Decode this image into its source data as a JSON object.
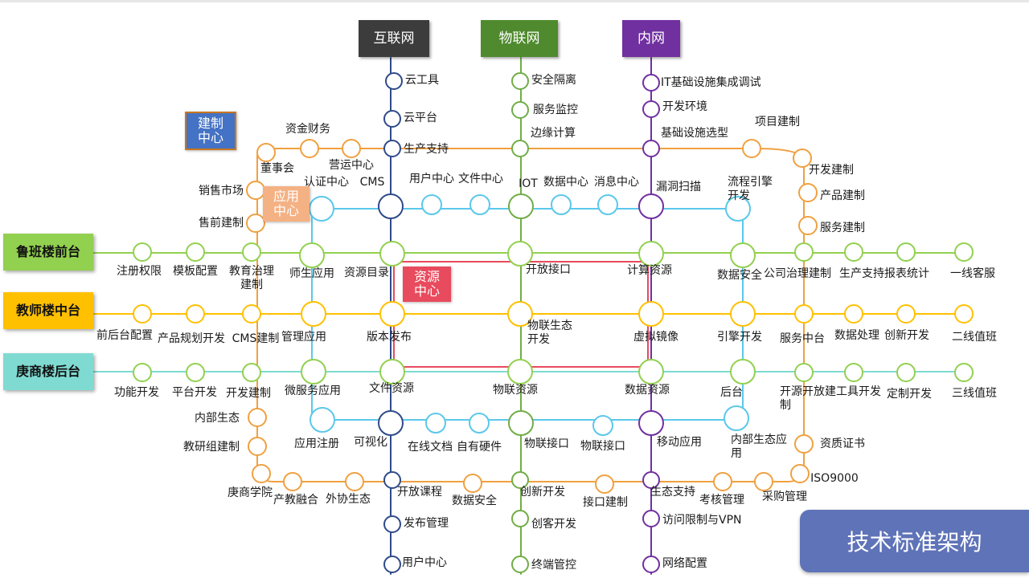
{
  "title": "技术标准架构",
  "lines": {
    "internet": {
      "label": "互联网",
      "color": "#3c3c3c"
    },
    "iot": {
      "label": "物联网",
      "color": "#4f8a2e"
    },
    "intranet": {
      "label": "内网",
      "color": "#7030a0"
    }
  },
  "platforms": {
    "front": {
      "label": "鲁班楼前台",
      "color": "#92d050"
    },
    "middle": {
      "label": "教师楼中台",
      "color": "#ffc000"
    },
    "back": {
      "label": "庚商楼后台",
      "color": "#7fdbd2"
    }
  },
  "zones": {
    "build": {
      "label": "建制\n中心",
      "color": "#4472c4"
    },
    "app": {
      "label": "应用\n中心",
      "color": "#f4b183"
    },
    "resource": {
      "label": "资源\n中心",
      "color": "#e84b5d"
    }
  },
  "stations": [
    {
      "label": "云工具",
      "ring": "#2f4a8a"
    },
    {
      "label": "云平台",
      "ring": "#2f4a8a"
    },
    {
      "label": "生产支持",
      "ring": "#2f4a8a"
    },
    {
      "label": "开放课程",
      "ring": "#2f4a8a"
    },
    {
      "label": "发布管理",
      "ring": "#2f4a8a"
    },
    {
      "label": "用户中心",
      "ring": "#2f4a8a"
    },
    {
      "label": "安全隔离",
      "ring": "#70ad47"
    },
    {
      "label": "服务监控",
      "ring": "#70ad47"
    },
    {
      "label": "边缘计算",
      "ring": "#70ad47"
    },
    {
      "label": "创新开发",
      "ring": "#70ad47"
    },
    {
      "label": "创客开发",
      "ring": "#70ad47"
    },
    {
      "label": "终端管控",
      "ring": "#70ad47"
    },
    {
      "label": "IT基础设施集成调试",
      "ring": "#7030a0"
    },
    {
      "label": "开发环境",
      "ring": "#7030a0"
    },
    {
      "label": "基础设施选型",
      "ring": "#7030a0"
    },
    {
      "label": "生态支持",
      "ring": "#7030a0"
    },
    {
      "label": "访问限制与VPN",
      "ring": "#7030a0"
    },
    {
      "label": "网络配置",
      "ring": "#7030a0"
    },
    {
      "label": "注册权限",
      "ring": "#92d050"
    },
    {
      "label": "模板配置",
      "ring": "#92d050"
    },
    {
      "label": "教育治理\n建制",
      "ring": "#92d050"
    },
    {
      "label": "师生应用",
      "ring": "#92d050"
    },
    {
      "label": "资源目录",
      "ring": "#92d050"
    },
    {
      "label": "开放接口",
      "ring": "#92d050"
    },
    {
      "label": "计算资源",
      "ring": "#92d050"
    },
    {
      "label": "数据安全",
      "ring": "#92d050"
    },
    {
      "label": "公司治理建制",
      "ring": "#92d050"
    },
    {
      "label": "生产支持",
      "ring": "#92d050"
    },
    {
      "label": "报表统计",
      "ring": "#92d050"
    },
    {
      "label": "一线客服",
      "ring": "#92d050"
    },
    {
      "label": "前后台配置",
      "ring": "#ffc000"
    },
    {
      "label": "产品规划开发",
      "ring": "#ffc000"
    },
    {
      "label": "CMS建制",
      "ring": "#ffc000"
    },
    {
      "label": "管理应用",
      "ring": "#ffc000"
    },
    {
      "label": "版本发布",
      "ring": "#ffc000"
    },
    {
      "label": "物联生态\n开发",
      "ring": "#ffc000"
    },
    {
      "label": "虚拟镜像",
      "ring": "#ffc000"
    },
    {
      "label": "引擎开发",
      "ring": "#ffc000"
    },
    {
      "label": "服务中台",
      "ring": "#ffc000"
    },
    {
      "label": "数据处理",
      "ring": "#ffc000"
    },
    {
      "label": "创新开发",
      "ring": "#ffc000"
    },
    {
      "label": "二线值班",
      "ring": "#ffc000"
    },
    {
      "label": "功能开发",
      "ring": "#92d050"
    },
    {
      "label": "平台开发",
      "ring": "#92d050"
    },
    {
      "label": "开发建制",
      "ring": "#92d050"
    },
    {
      "label": "微服务应用",
      "ring": "#92d050"
    },
    {
      "label": "文件资源",
      "ring": "#92d050"
    },
    {
      "label": "物联资源",
      "ring": "#92d050"
    },
    {
      "label": "数据资源",
      "ring": "#92d050"
    },
    {
      "label": "后台",
      "ring": "#92d050"
    },
    {
      "label": "开源开放建\n制",
      "ring": "#92d050"
    },
    {
      "label": "工具开发",
      "ring": "#92d050"
    },
    {
      "label": "定制开发",
      "ring": "#92d050"
    },
    {
      "label": "三线值班",
      "ring": "#92d050"
    },
    {
      "label": "认证中心",
      "ring": "#5bc8ea"
    },
    {
      "label": "CMS",
      "ring": "#2f4a8a"
    },
    {
      "label": "用户中心",
      "ring": "#5bc8ea"
    },
    {
      "label": "文件中心",
      "ring": "#5bc8ea"
    },
    {
      "label": "IOT",
      "ring": "#70ad47"
    },
    {
      "label": "数据中心",
      "ring": "#5bc8ea"
    },
    {
      "label": "消息中心",
      "ring": "#5bc8ea"
    },
    {
      "label": "漏洞扫描",
      "ring": "#7030a0"
    },
    {
      "label": "流程引擎\n开发",
      "ring": "#5bc8ea"
    },
    {
      "label": "应用注册",
      "ring": "#5bc8ea"
    },
    {
      "label": "可视化",
      "ring": "#2f4a8a"
    },
    {
      "label": "在线文档",
      "ring": "#5bc8ea"
    },
    {
      "label": "自有硬件",
      "ring": "#5bc8ea"
    },
    {
      "label": "物联接口",
      "ring": "#70ad47"
    },
    {
      "label": "物联接口",
      "ring": "#5bc8ea"
    },
    {
      "label": "移动应用",
      "ring": "#7030a0"
    },
    {
      "label": "内部生态应\n用",
      "ring": "#5bc8ea"
    },
    {
      "label": "资金财务",
      "ring": "#f0a040"
    },
    {
      "label": "营运中心",
      "ring": "#f0a040"
    },
    {
      "label": "董事会",
      "ring": "#f0a040"
    },
    {
      "label": "销售市场",
      "ring": "#f0a040"
    },
    {
      "label": "售前建制",
      "ring": "#f0a040"
    },
    {
      "label": "内部生态",
      "ring": "#f0a040"
    },
    {
      "label": "教研组建制",
      "ring": "#f0a040"
    },
    {
      "label": "庚商学院",
      "ring": "#f0a040"
    },
    {
      "label": "产教融合",
      "ring": "#f0a040"
    },
    {
      "label": "外协生态",
      "ring": "#f0a040"
    },
    {
      "label": "数据安全",
      "ring": "#f0a040"
    },
    {
      "label": "接口建制",
      "ring": "#f0a040"
    },
    {
      "label": "考核管理",
      "ring": "#f0a040"
    },
    {
      "label": "采购管理",
      "ring": "#f0a040"
    },
    {
      "label": "ISO9000",
      "ring": "#f0a040"
    },
    {
      "label": "资质证书",
      "ring": "#f0a040"
    },
    {
      "label": "项目建制",
      "ring": "#f0a040"
    },
    {
      "label": "开发建制",
      "ring": "#f0a040"
    },
    {
      "label": "产品建制",
      "ring": "#f0a040"
    },
    {
      "label": "服务建制",
      "ring": "#f0a040"
    }
  ]
}
